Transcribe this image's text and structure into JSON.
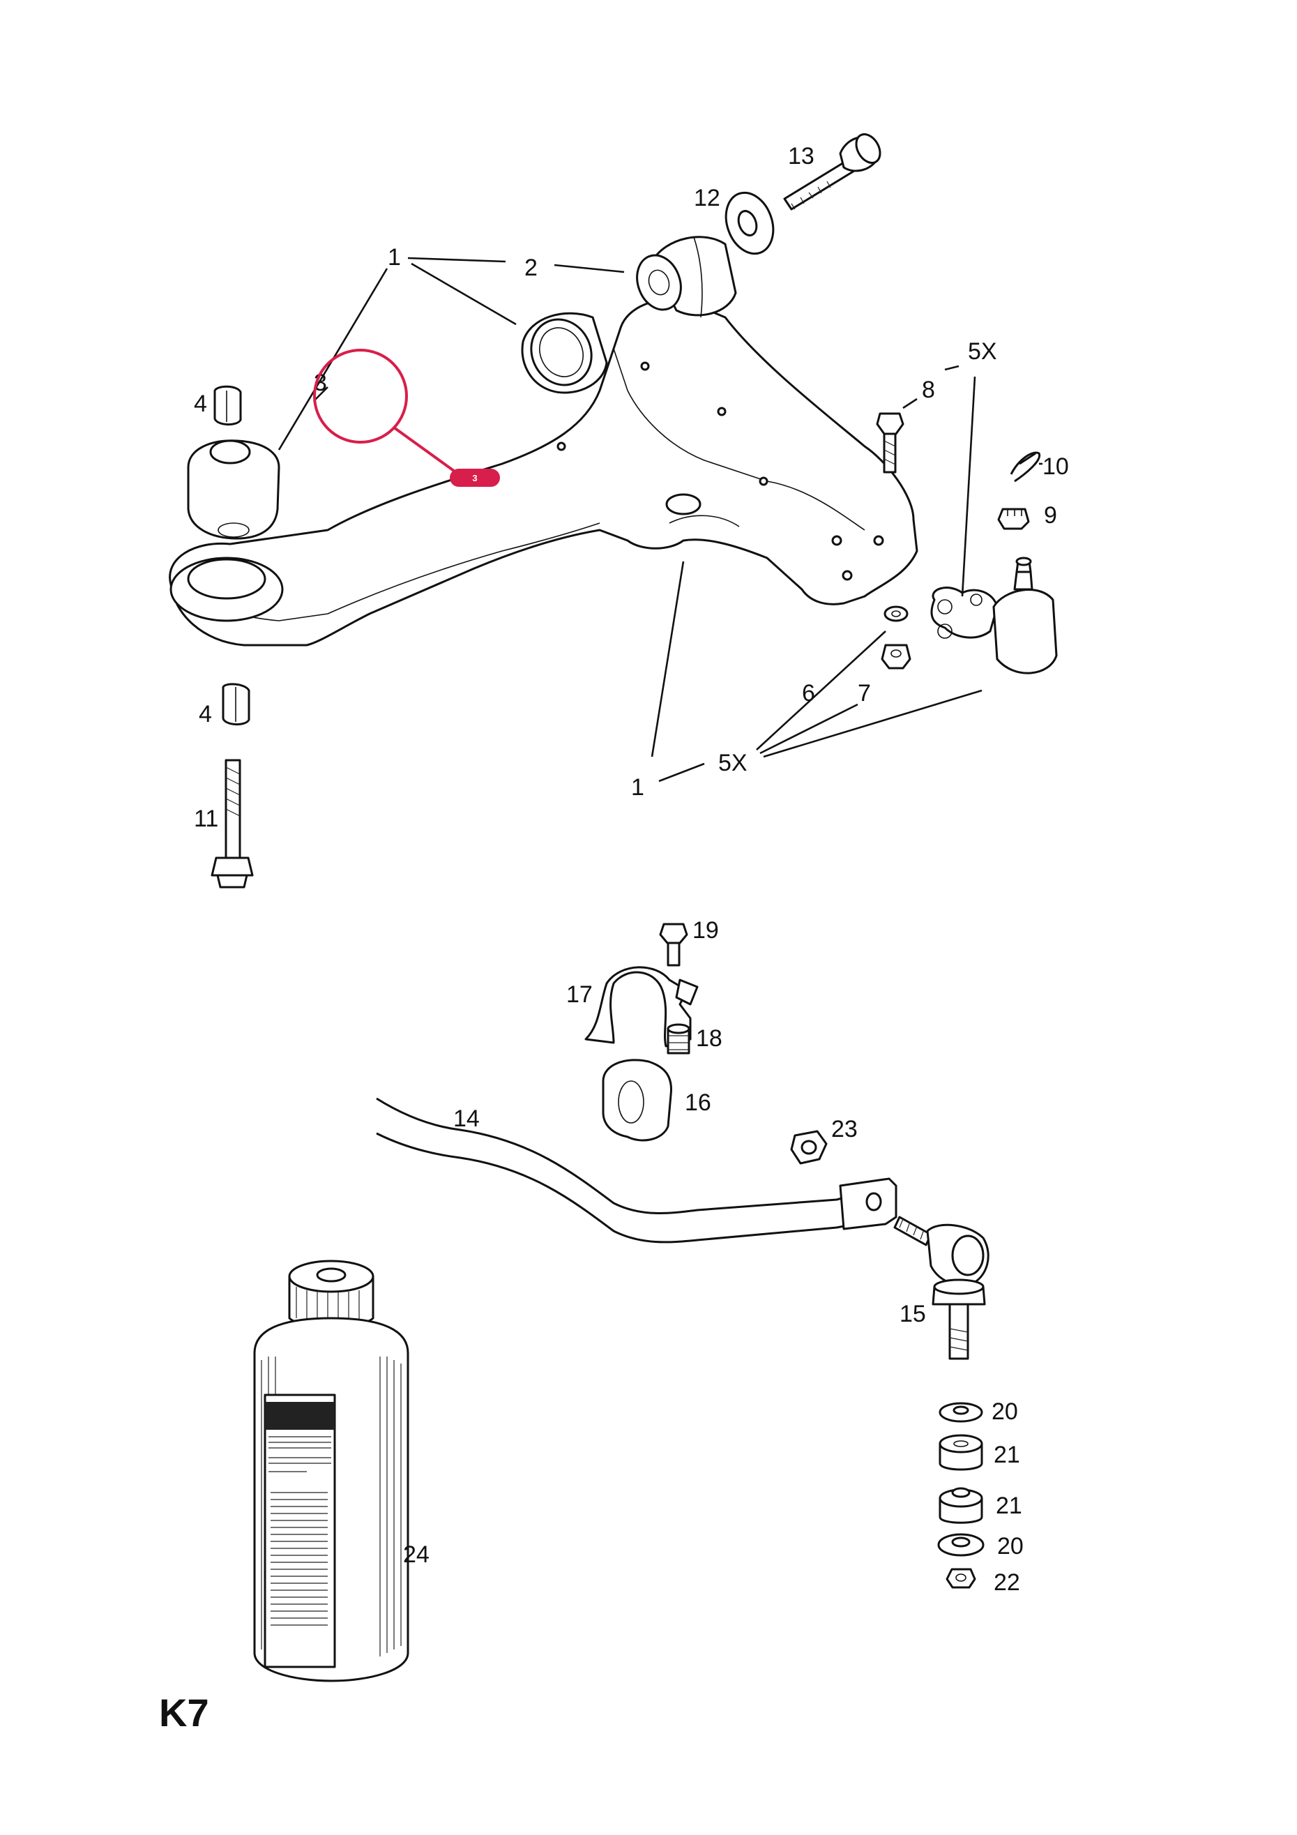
{
  "diagram": {
    "page_code": "K7",
    "labels": {
      "l1a": "1",
      "l1b": "1",
      "l2": "2",
      "l3": "3",
      "l4a": "4",
      "l4b": "4",
      "l5a": "5X",
      "l5b": "5X",
      "l6": "6",
      "l7": "7",
      "l8": "8",
      "l9": "9",
      "l10": "10",
      "l11": "11",
      "l12": "12",
      "l13": "13",
      "l14": "14",
      "l15": "15",
      "l16": "16",
      "l17": "17",
      "l18": "18",
      "l19": "19",
      "l20a": "20",
      "l20b": "20",
      "l21a": "21",
      "l21b": "21",
      "l22": "22",
      "l23": "23",
      "l24": "24"
    },
    "highlight": {
      "badge_text": "3",
      "color": "#d81e4a"
    }
  }
}
